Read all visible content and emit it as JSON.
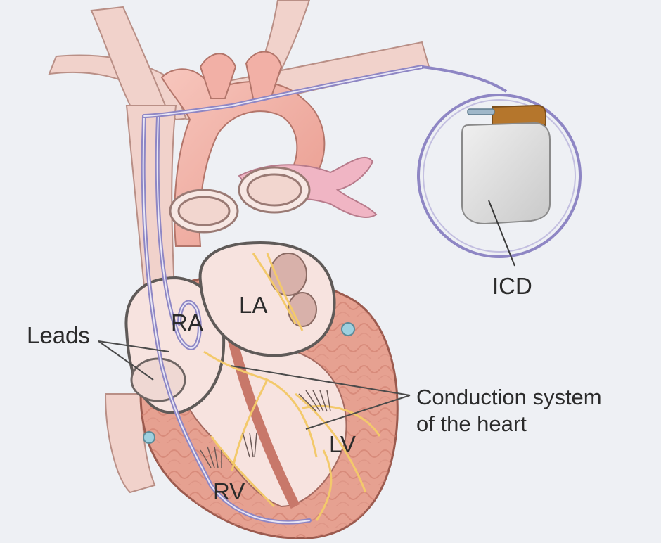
{
  "labels": {
    "icd": "ICD",
    "leads": "Leads",
    "ra": "RA",
    "la": "LA",
    "rv": "RV",
    "lv": "LV",
    "conduction_line1": "Conduction system",
    "conduction_line2": "of the heart"
  },
  "colors": {
    "background": "#eef0f4",
    "vessel": "#f1d2cb",
    "aorta": "#f2b0a6",
    "pulmonary": "#f0b5c4",
    "atrium": "#f7e3df",
    "myocardium": "#e6a191",
    "muscle_fiber": "#d07f70",
    "conduction": "#f3c96b",
    "lead_wire": "#8e86c4",
    "device_body": "#dcdcdc",
    "device_header": "#b5762c",
    "label_text": "#2b2b2b"
  }
}
